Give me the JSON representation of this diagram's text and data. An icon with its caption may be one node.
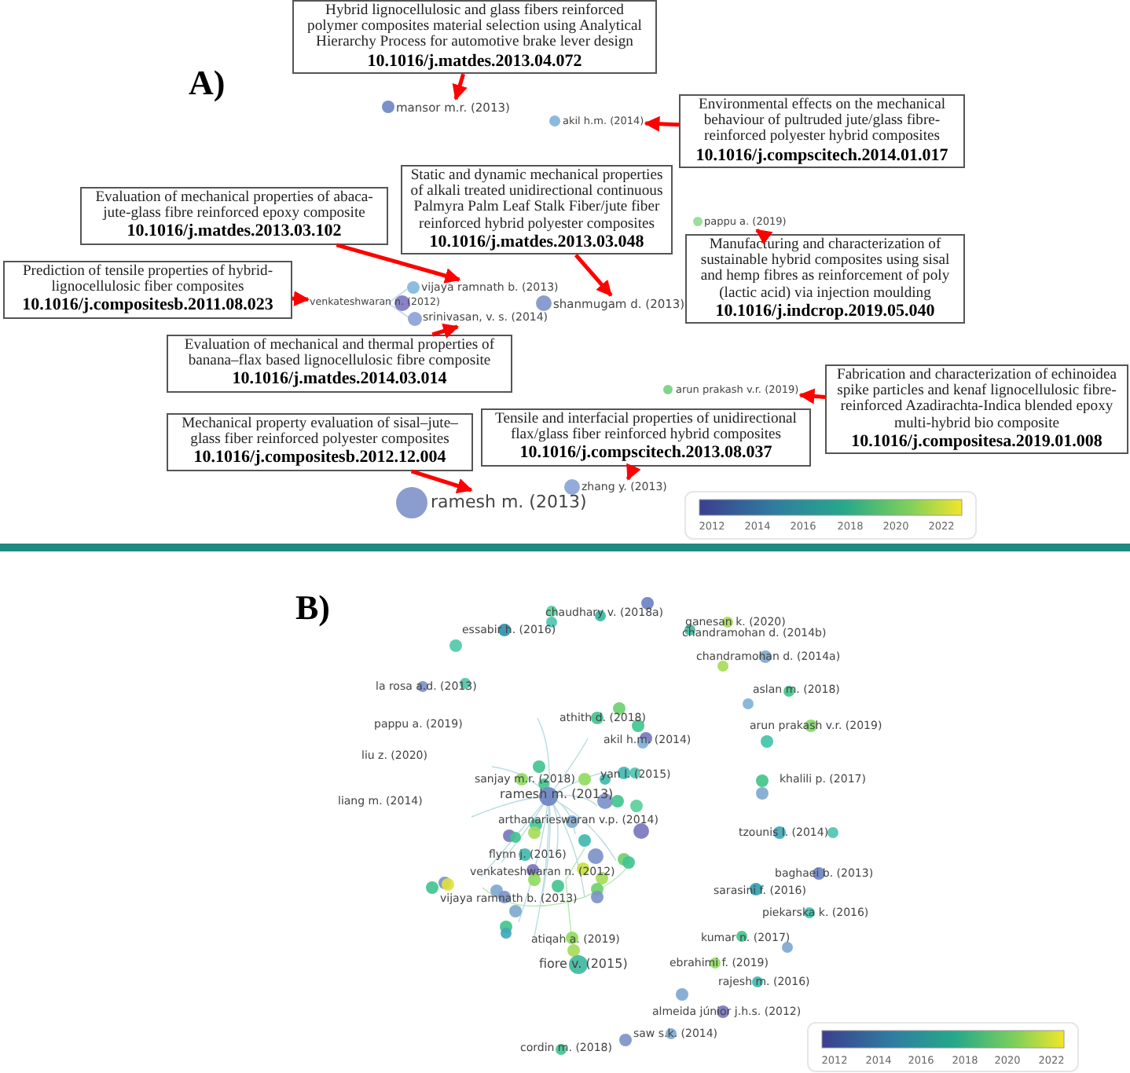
{
  "diagram": {
    "nodes": [
      {
        "text": [
          "Hybrid lignocellulosic and glass fibers reinforced polymer composites material selection using Analytical Hierarchy Process for automotive brake lever design",
          "10.1016/j.matdes.2013.04.072"
        ]
      },
      {
        "text": [
          "mansor m.r. (2013)"
        ]
      },
      {
        "text": [
          "Environmental effects on the mechanical behaviour of pultruded jute/glass fibre-reinforced polyester hybrid composites",
          "10.1016/j.compscitech.2014.01.017"
        ]
      },
      {
        "text": [
          "akil h.m. (2014)"
        ]
      },
      {
        "text": [
          "Static and dynamic mechanical properties of alkali treated unidirectional continuous Palmyra Palm Leaf Stalk Fiber/jute fiber reinforced hybrid polyester composites",
          "10.1016/j.matdes.2013.03.048"
        ]
      },
      {
        "text": [
          "Evaluation of mechanical properties of abaca-jute-glass fibre reinforced epoxy composite",
          "10.1016/j.matdes.2013.03.102"
        ]
      },
      {
        "text": [
          "Manufacturing and characterization of sustainable hybrid composites using sisal and hemp fibres as reinforcement of poly (lactic acid) via injection moulding",
          "10.1016/j.indcrop.2019.05.040"
        ]
      },
      {
        "text": [
          "pappu a. (2019)"
        ]
      },
      {
        "text": [
          "Prediction of tensile properties of hybrid-lignocellulosic fiber composites",
          "10.1016/j.compositesb.2011.08.023"
        ]
      },
      {
        "text": [
          "vijaya ramnath b. (2013)"
        ]
      },
      {
        "text": [
          "venkateshwaran n. (2012)"
        ]
      },
      {
        "text": [
          "srinivasan, v. s. (2014)"
        ]
      },
      {
        "text": [
          "shanmugam d. (2013)"
        ]
      },
      {
        "text": [
          "Evaluation of mechanical and thermal properties of banana–flax based lignocellulosic fibre composite",
          "10.1016/j.matdes.2014.03.014"
        ]
      },
      {
        "text": [
          "Fabrication and characterization of echinoidea spike particles and kenaf lignocellulosic fibre-reinforced Azadirachta-Indica blended epoxy multi-hybrid bio composite",
          "10.1016/j.compositesa.2019.01.008"
        ]
      },
      {
        "text": [
          "arun prakash v.r. (2019)"
        ]
      },
      {
        "text": [
          "Mechanical property evaluation of sisal–jute–glass fiber reinforced polyester composites",
          "10.1016/j.compositesb.2012.12.004"
        ]
      },
      {
        "text": [
          "Tensile and interfacial properties of unidirectional flax/glass fiber reinforced hybrid composites",
          "10.1016/j.compscitech.2013.08.037"
        ]
      },
      {
        "text": [
          "ramesh m. (2013)"
        ]
      },
      {
        "text": [
          "zhang y. (2013)"
        ]
      },
      {
        "text": [
          "ganesan k. (2020)"
        ]
      },
      {
        "text": [
          "essabir h. (2016)"
        ]
      },
      {
        "text": [
          "chandramohan d. (2014b)"
        ]
      },
      {
        "text": [
          "chaudhary v. (2018a)"
        ]
      },
      {
        "text": [
          "chandramohan d. (2014a)"
        ]
      },
      {
        "text": [
          "la rosa a.d. (2013)"
        ]
      },
      {
        "text": [
          "aslan m. (2018)"
        ]
      },
      {
        "text": [
          "athith d. (2018)"
        ]
      },
      {
        "text": [
          "pappu a. (2019)"
        ]
      },
      {
        "text": [
          "arun prakash v.r. (2019)"
        ]
      },
      {
        "text": [
          "akil h.m. (2014)"
        ]
      },
      {
        "text": [
          "liu z. (2020)"
        ]
      },
      {
        "text": [
          "yan l. (2015)"
        ]
      },
      {
        "text": [
          "sanjay m.r. (2018)"
        ]
      },
      {
        "text": [
          "khalili p. (2017)"
        ]
      },
      {
        "text": [
          "ramesh m. (2013)"
        ]
      },
      {
        "text": [
          "liang m. (2014)"
        ]
      },
      {
        "text": [
          "arthanarieswaran v.p. (2014)"
        ]
      },
      {
        "text": [
          "tzounis l. (2014)"
        ]
      },
      {
        "text": [
          "flynn j. (2016)"
        ]
      },
      {
        "text": [
          "venkateshwaran n. (2012)"
        ]
      },
      {
        "text": [
          "baghaei b. (2013)"
        ]
      },
      {
        "text": [
          "sarasini f. (2016)"
        ]
      },
      {
        "text": [
          "vijaya ramnath b. (2013)"
        ]
      },
      {
        "text": [
          "piekarska k. (2016)"
        ]
      },
      {
        "text": [
          "kumar n. (2017)"
        ]
      },
      {
        "text": [
          "atiqah a. (2019)"
        ]
      },
      {
        "text": [
          "fiore v. (2015)"
        ]
      },
      {
        "text": [
          "ebrahimi f. (2019)"
        ]
      },
      {
        "text": [
          "rajesh m. (2016)"
        ]
      },
      {
        "text": [
          "almeida júnior j.h.s. (2012)"
        ]
      },
      {
        "text": [
          "saw s.k. (2014)"
        ]
      },
      {
        "text": [
          "cordin m. (2018)"
        ]
      }
    ],
    "edges": [
      {
        "from": 0,
        "to": 1,
        "arrow": "to"
      },
      {
        "from": 2,
        "to": 3,
        "arrow": "to"
      },
      {
        "from": 4,
        "to": 12,
        "arrow": "to"
      },
      {
        "from": 5,
        "to": 9,
        "arrow": "to"
      },
      {
        "from": 6,
        "to": 7,
        "arrow": "to"
      },
      {
        "from": 8,
        "to": 10,
        "arrow": "to"
      },
      {
        "from": 13,
        "to": 11,
        "arrow": "to"
      },
      {
        "from": 14,
        "to": 15,
        "arrow": "to"
      },
      {
        "from": 16,
        "to": 18,
        "arrow": "to"
      },
      {
        "from": 17,
        "to": 19,
        "arrow": "to"
      }
    ],
    "labels": [
      "A)",
      "2012",
      "2014",
      "2016",
      "2018",
      "2020",
      "2022",
      "B)",
      "2012",
      "2014",
      "2016",
      "2018",
      "2020",
      "2022"
    ]
  }
}
